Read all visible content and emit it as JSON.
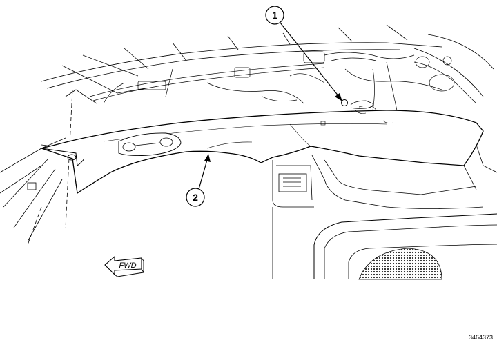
{
  "figure": {
    "callouts": [
      {
        "number": "1"
      },
      {
        "number": "2"
      }
    ],
    "direction_arrow": {
      "label": "FWD",
      "icon": "fwd-arrow-icon"
    },
    "figure_id": "3464373"
  },
  "colors": {
    "line": "#000000",
    "background": "#ffffff",
    "panel_fill": "#ffffff",
    "speaker_mesh": "#222222"
  }
}
